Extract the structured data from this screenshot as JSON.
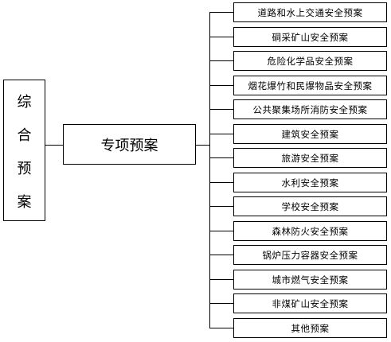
{
  "root": {
    "chars": [
      "综",
      "合",
      "预",
      "案"
    ]
  },
  "middle": {
    "label": "专项预案"
  },
  "items": [
    {
      "label": "道路和水上交通安全预案"
    },
    {
      "label": "硐采矿山安全预案"
    },
    {
      "label": "危险化学品安全预案"
    },
    {
      "label": "烟花爆竹和民爆物品安全预案"
    },
    {
      "label": "公共聚集场所消防安全预案"
    },
    {
      "label": "建筑安全预案"
    },
    {
      "label": "旅游安全预案"
    },
    {
      "label": "水利安全预案"
    },
    {
      "label": "学校安全预案"
    },
    {
      "label": "森林防火安全预案"
    },
    {
      "label": "锅炉压力容器安全预案"
    },
    {
      "label": "城市燃气安全预案"
    },
    {
      "label": "非煤矿山安全预案"
    },
    {
      "label": "其他预案"
    }
  ]
}
